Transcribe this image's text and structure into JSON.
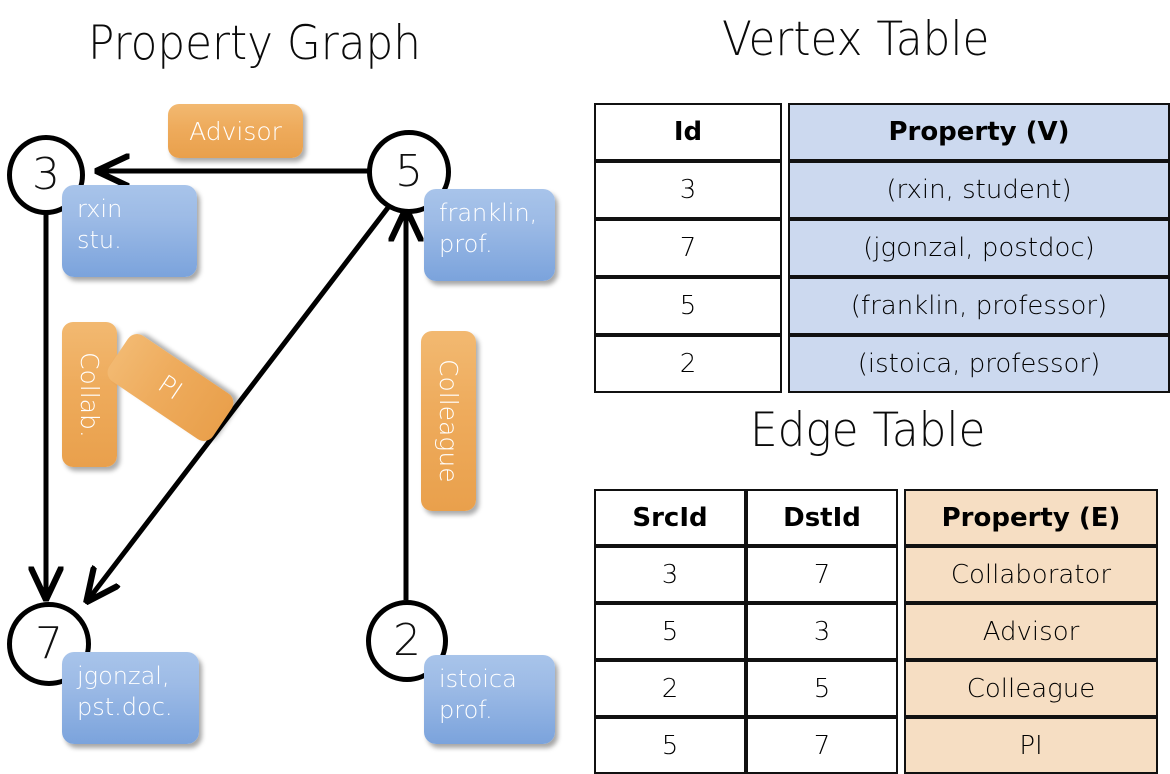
{
  "titles": {
    "property_graph": "Property Graph",
    "vertex_table": "Vertex Table",
    "edge_table": "Edge Table"
  },
  "graph": {
    "vertices": [
      {
        "id": "3",
        "name": "rxin",
        "role": "stu."
      },
      {
        "id": "5",
        "name": "franklin,",
        "role": "prof."
      },
      {
        "id": "7",
        "name": "jgonzal,",
        "role": "pst.doc."
      },
      {
        "id": "2",
        "name": "istoica",
        "role": "prof."
      }
    ],
    "edge_labels": [
      {
        "label": "Advisor"
      },
      {
        "label": "Collab."
      },
      {
        "label": "PI"
      },
      {
        "label": "Colleague"
      }
    ]
  },
  "vertex_table": {
    "columns": [
      "Id",
      "Property (V)"
    ],
    "rows": [
      {
        "id": "3",
        "property": "(rxin, student)"
      },
      {
        "id": "7",
        "property": "(jgonzal, postdoc)"
      },
      {
        "id": "5",
        "property": "(franklin, professor)"
      },
      {
        "id": "2",
        "property": "(istoica, professor)"
      }
    ]
  },
  "edge_table": {
    "columns": [
      "SrcId",
      "DstId",
      "Property (E)"
    ],
    "rows": [
      {
        "src": "3",
        "dst": "7",
        "property": "Collaborator"
      },
      {
        "src": "5",
        "dst": "3",
        "property": "Advisor"
      },
      {
        "src": "2",
        "dst": "5",
        "property": "Colleague"
      },
      {
        "src": "5",
        "dst": "7",
        "property": "PI"
      }
    ]
  },
  "colors": {
    "vertex_property_fill": "#ccd9ef",
    "edge_property_fill": "#f6dec3",
    "vertex_box_blue": "#7ba3dc",
    "edge_label_orange": "#eeab5c",
    "stroke": "#000000",
    "background": "#ffffff"
  }
}
